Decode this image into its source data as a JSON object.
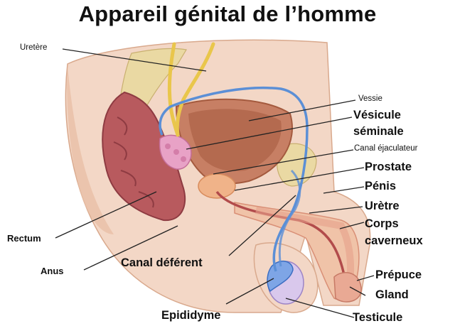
{
  "title": "Appareil génital de l’homme",
  "labels": {
    "uretere": "Uretère",
    "vessie": "Vessie",
    "vesicule_l1": "Vésicule",
    "vesicule_l2": "séminale",
    "canal_ejac": "Canal éjaculateur",
    "prostate": "Prostate",
    "penis": "Pénis",
    "uretre": "Urètre",
    "corps_l1": "Corps",
    "corps_l2": "caverneux",
    "prepuce": "Prépuce",
    "gland": "Gland",
    "testicule": "Testicule",
    "epididyme": "Epididyme",
    "canal_deferent": "Canal déférent",
    "anus": "Anus",
    "rectum": "Rectum"
  },
  "colors": {
    "skin": "#f3d7c6",
    "skin_shade": "#e8bfa6",
    "rectum": "#b85a5e",
    "rectum_dark": "#8e3b42",
    "bladder": "#c77f64",
    "bladder_inner": "#a45a3e",
    "vas": "#5b8fd6",
    "ureter": "#e9c64b",
    "bone": "#ead9a3",
    "prostate": "#f0b389",
    "seminal": "#e8a2c6",
    "leader": "#222222"
  }
}
